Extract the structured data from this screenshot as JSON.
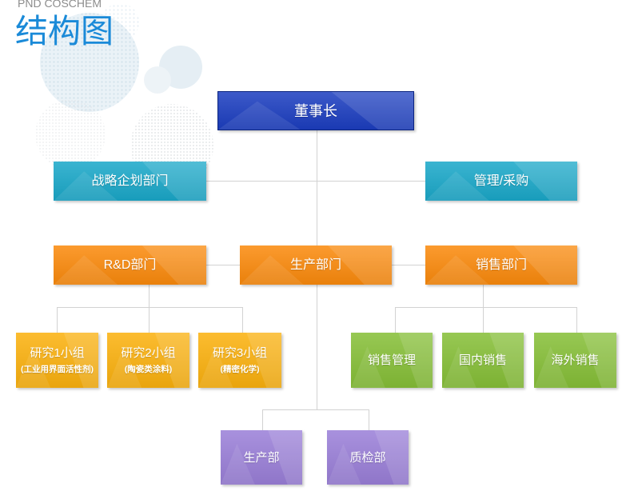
{
  "header": {
    "company": "PND COSCHEM",
    "title": "结构图"
  },
  "colors": {
    "title": "#1a8ad8",
    "chairman": "#1c3ec0",
    "division": "#1aa8c9",
    "department": "#fb8a0c",
    "research": "#fbb10e",
    "sales": "#86bf37",
    "production": "#9a7fd8",
    "connector": "#d2d2d2"
  },
  "chairman": {
    "label": "董事长"
  },
  "divisions": [
    {
      "label": "战略企划部门"
    },
    {
      "label": "管理/采购"
    }
  ],
  "departments": [
    {
      "label": "R&D部门"
    },
    {
      "label": "生产部门"
    },
    {
      "label": "销售部门"
    }
  ],
  "research_groups": [
    {
      "label": "研究1小组",
      "note": "(工业用界面活性剂)"
    },
    {
      "label": "研究2小组",
      "note": "(陶瓷类涂料)"
    },
    {
      "label": "研究3小组",
      "note": "(精密化学)"
    }
  ],
  "sales_teams": [
    {
      "label": "销售管理"
    },
    {
      "label": "国内销售"
    },
    {
      "label": "海外销售"
    }
  ],
  "production_units": [
    {
      "label": "生产部"
    },
    {
      "label": "质检部"
    }
  ]
}
